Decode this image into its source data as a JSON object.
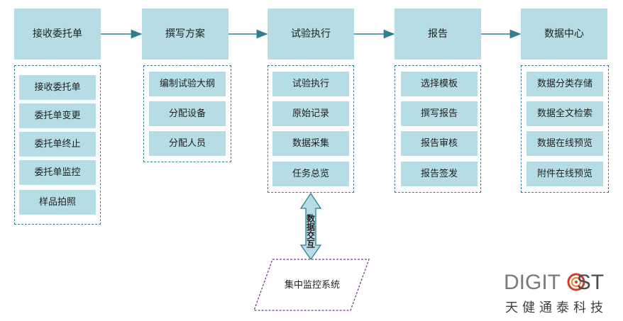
{
  "stages": [
    {
      "id": "s1",
      "label": "接收委托单",
      "items": [
        "接收委托单",
        "委托单变更",
        "委托单终止",
        "委托单监控",
        "样品拍照"
      ]
    },
    {
      "id": "s2",
      "label": "撰写方案",
      "items": [
        "编制试验大纲",
        "分配设备",
        "分配人员"
      ]
    },
    {
      "id": "s3",
      "label": "试验执行",
      "items": [
        "试验执行",
        "原始记录",
        "数据采集",
        "任务总览"
      ]
    },
    {
      "id": "s4",
      "label": "报告",
      "items": [
        "选择模板",
        "撰写报告",
        "报告审核",
        "报告签发"
      ]
    },
    {
      "id": "s5",
      "label": "数据中心",
      "items": [
        "数据分类存储",
        "数据全文检索",
        "数据在线预览",
        "附件在线预览"
      ]
    }
  ],
  "exchange_label": "数据交互",
  "central_system": "集中监控系统",
  "logo": {
    "word_prefix": "DIGIT",
    "word_o": "O",
    "word_suffix": "ST",
    "chinese": "天健通泰科技"
  },
  "colors": {
    "box_fill": "#b6dde6",
    "arrow": "#2e7f8f",
    "dashed_border": "#3a7c8c",
    "central_border": "#7a3e8a",
    "logo_red": "#d63a2a"
  }
}
